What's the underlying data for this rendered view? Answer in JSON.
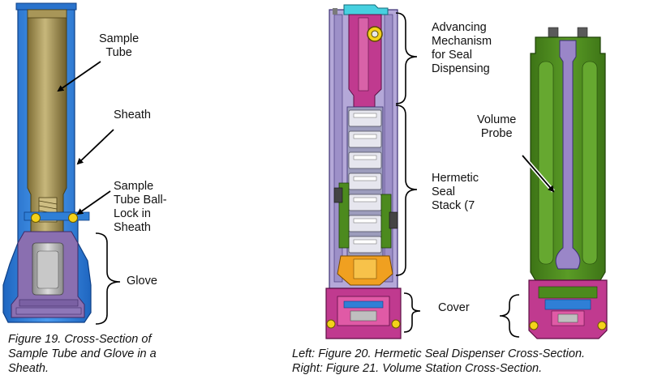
{
  "labels": {
    "sample_tube": "Sample\nTube",
    "sheath": "Sheath",
    "ball_lock": "Sample\nTube Ball-\nLock in\nSheath",
    "glove": "Glove",
    "advancing": "Advancing\nMechanism\nfor Seal\nDispensing",
    "hermetic": "Hermetic\nSeal\nStack (7",
    "cover": "Cover",
    "volume_probe": "Volume\nProbe"
  },
  "captions": {
    "fig19": "Figure 19. Cross-Section of\nSample Tube and Glove in a\nSheath.",
    "fig20_21": "Left: Figure 20. Hermetic Seal Dispenser Cross-Section.\nRight: Figure 21. Volume Station Cross-Section."
  },
  "colors": {
    "sheath_blue": "#2f7fd6",
    "tube_tan": "#9c8a4e",
    "glove_purple": "#8a6fb0",
    "gray_part": "#b9b3c9",
    "magenta": "#c03a8f",
    "green": "#4c8a1e",
    "orange": "#f0a020",
    "yellow_ball": "#f4d21a",
    "lavender": "#b4a8d8"
  }
}
